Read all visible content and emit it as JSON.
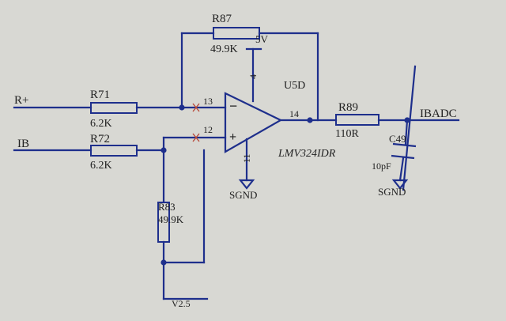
{
  "resistors": {
    "r87": {
      "ref": "R87",
      "value": "49.9K"
    },
    "r71": {
      "ref": "R71",
      "value": "6.2K"
    },
    "r72": {
      "ref": "R72",
      "value": "6.2K"
    },
    "r83": {
      "ref": "R83",
      "value": "49.9K"
    },
    "r89": {
      "ref": "R89",
      "value": "110R"
    }
  },
  "capacitor": {
    "ref": "C49",
    "value": "10pF"
  },
  "opamp": {
    "ref": "U5D",
    "part": "LMV324IDR",
    "pins": {
      "inv": "13",
      "noninv": "12",
      "out": "14",
      "vcc": "4",
      "gnd": "11"
    },
    "signs": {
      "minus": "−",
      "plus": "+"
    }
  },
  "nets": {
    "in_pos": "R+",
    "in_ib": "IB",
    "supply": "5V",
    "ground_amp": "SGND",
    "ground_cap": "SGND",
    "output": "IBADC",
    "ref": "V2.5"
  },
  "colors": {
    "wire": "#1e2f8c",
    "paper": "#d8d8d3",
    "text": "#222222",
    "accent": "#b84a3a"
  }
}
